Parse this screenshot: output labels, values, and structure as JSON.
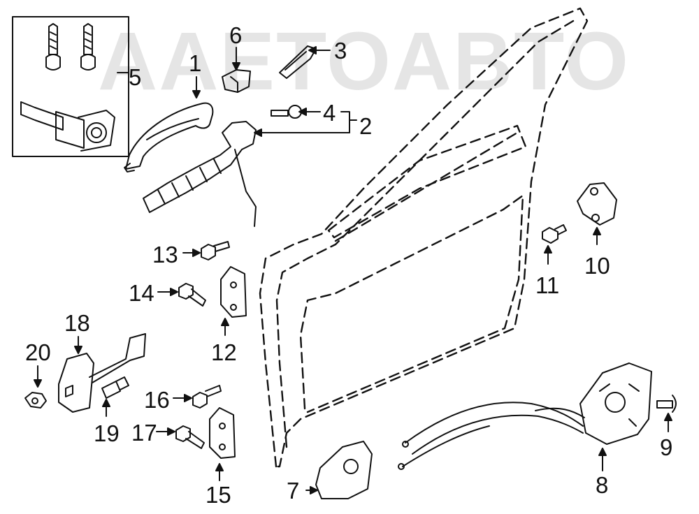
{
  "watermark": "AAETOABTO",
  "callouts": {
    "c1": "1",
    "c2": "2",
    "c3": "3",
    "c4": "4",
    "c5": "5",
    "c6": "6",
    "c7": "7",
    "c8": "8",
    "c9": "9",
    "c10": "10",
    "c11": "11",
    "c12": "12",
    "c13": "13",
    "c14": "14",
    "c15": "15",
    "c16": "16",
    "c17": "17",
    "c18": "18",
    "c19": "19",
    "c20": "20"
  },
  "colors": {
    "line": "#111111",
    "watermark": "#cfcfcf"
  }
}
